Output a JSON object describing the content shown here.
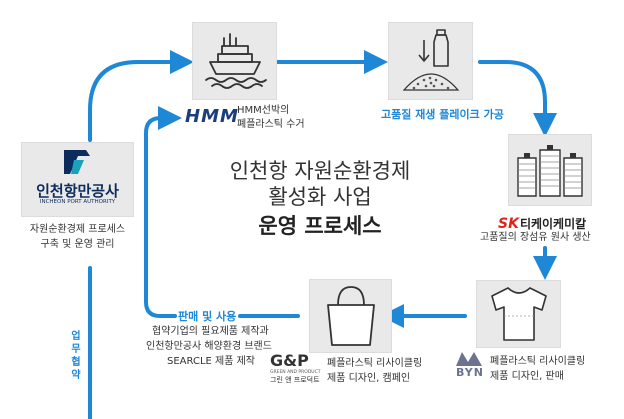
{
  "title": {
    "line1": "인천항 자원순환경제",
    "line2": "활성화 사업",
    "line3": "운영 프로세스"
  },
  "nodes": {
    "ipa": {
      "logo_name": "인천항만공사",
      "logo_sub": "INCHEON PORT AUTHORITY",
      "desc_line1": "자원순환경제 프로세스",
      "desc_line2": "구축 및 운영 관리"
    },
    "hmm": {
      "logo": "HMM",
      "desc_line1": "HMM선박의",
      "desc_line2": "폐플라스틱 수거"
    },
    "flake": {
      "label": "고품질 재생 플레이크 가공"
    },
    "sk": {
      "logo_sk": "SK",
      "logo_text": "티케이케미칼",
      "desc": "고품질의 장섬유 원사 생산"
    },
    "byn": {
      "logo": "BYN",
      "desc_line1": "폐플라스틱 리사이클링",
      "desc_line2": "제품 디자인, 판매"
    },
    "gnp": {
      "logo": "G&P",
      "logo_sub1": "GREEN AND PRODUCT",
      "logo_sub2": "그린 앤 프로덕트",
      "desc_line1": "폐플라스틱 리사이클링",
      "desc_line2": "제품 디자인, 캠페인"
    },
    "sales": {
      "label": "판매 및 사용",
      "desc_line1": "협약기업의 필요제품 제작과",
      "desc_line2": "인천항만공사 해양환경 브랜드",
      "desc_line3": "SEARCLE 제품 제작"
    },
    "mou": {
      "chars": [
        "업",
        "무",
        "협",
        "약"
      ]
    }
  },
  "colors": {
    "flow": "#1e88d6",
    "box": "#e9e9e9",
    "ipa_navy": "#0d2c5e",
    "ipa_teal": "#1aa2b8",
    "hmm_navy": "#1a3d7c",
    "sk_red": "#e2231a",
    "byn_gray": "#6b7390"
  },
  "icons": [
    "ship-icon",
    "bottle-flake-icon",
    "thread-spools-icon",
    "tshirt-icon",
    "tote-bag-icon",
    "ipa-logo-icon"
  ]
}
